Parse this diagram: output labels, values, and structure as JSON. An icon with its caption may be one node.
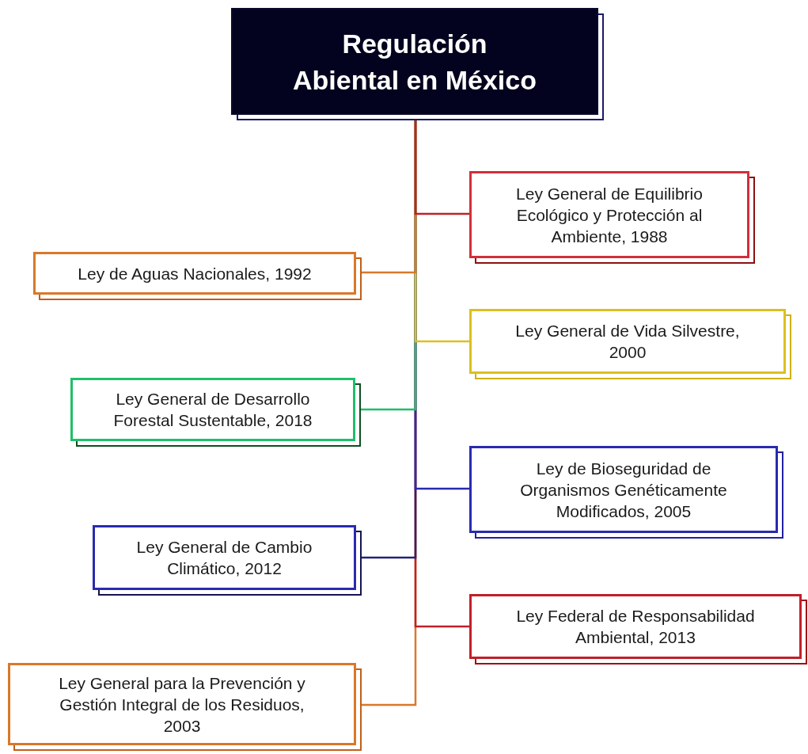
{
  "diagram": {
    "nodes": [
      {
        "text": [
          "Regulación Abiental en México"
        ]
      },
      {
        "text": [
          "Ley General de Equilibrio Ecológico y Protección al Ambiente, 1988"
        ]
      },
      {
        "text": [
          "Ley de Aguas Nacionales, 1992"
        ]
      },
      {
        "text": [
          "Ley General de Vida Silvestre, 2000"
        ]
      },
      {
        "text": [
          "Ley General de Desarrollo Forestal Sustentable, 2018"
        ]
      },
      {
        "text": [
          "Ley de Bioseguridad de Organismos Genéticamente Modificados, 2005"
        ]
      },
      {
        "text": [
          "Ley General de Cambio Climático, 2012"
        ]
      },
      {
        "text": [
          "Ley Federal de Responsabilidad Ambiental, 2013"
        ]
      },
      {
        "text": [
          "Ley General para la Prevención y Gestión Integral de los Residuos, 2003"
        ]
      }
    ],
    "edges": [
      {
        "from": 0,
        "to": 1,
        "arrow": "none",
        "color": "#c0202a"
      },
      {
        "from": 0,
        "to": 2,
        "arrow": "none",
        "color": "#d9782a"
      },
      {
        "from": 0,
        "to": 3,
        "arrow": "none",
        "color": "#dcc020"
      },
      {
        "from": 0,
        "to": 4,
        "arrow": "none",
        "color": "#1fbf6a"
      },
      {
        "from": 0,
        "to": 5,
        "arrow": "none",
        "color": "#2a2ab0"
      },
      {
        "from": 0,
        "to": 6,
        "arrow": "none",
        "color": "#23237a"
      },
      {
        "from": 0,
        "to": 7,
        "arrow": "none",
        "color": "#c0202a"
      },
      {
        "from": 0,
        "to": 8,
        "arrow": "none",
        "color": "#d9782a"
      }
    ]
  }
}
